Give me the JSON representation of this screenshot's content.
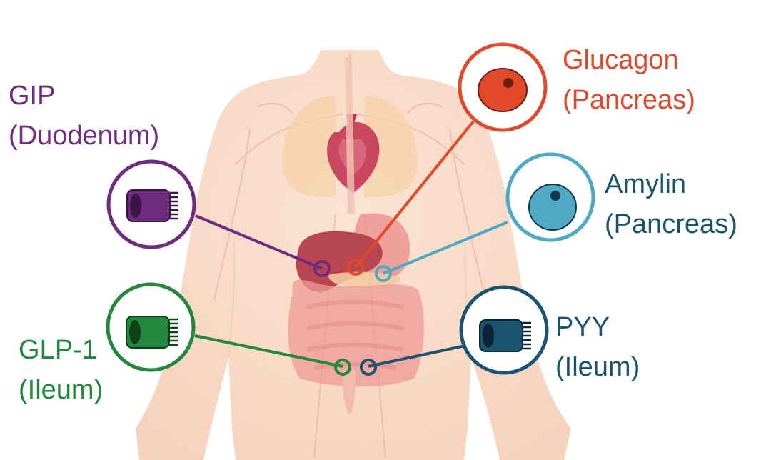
{
  "hormones": [
    {
      "id": "gip",
      "name": "GIP",
      "source": "(Duodenum)",
      "color": "#6f2c7f",
      "cell": "enteroendocrine-cell-icon"
    },
    {
      "id": "glucagon",
      "name": "Glucagon",
      "source": "(Pancreas)",
      "color": "#e2492a",
      "cell": "pancreatic-cell-icon"
    },
    {
      "id": "amylin",
      "name": "Amylin",
      "source": "(Pancreas)",
      "color": "#4fa8c4",
      "cell": "pancreatic-cell-icon"
    },
    {
      "id": "glp1",
      "name": "GLP-1",
      "source": "(Ileum)",
      "color": "#23873d",
      "cell": "enteroendocrine-cell-icon"
    },
    {
      "id": "pyy",
      "name": "PYY",
      "source": "(Ileum)",
      "color": "#1b5470",
      "cell": "enteroendocrine-cell-icon"
    }
  ],
  "label_colors": {
    "gip": "#6f2c7f",
    "glucagon": "#e2492a",
    "amylin": "#1b5470",
    "glp1": "#23873d",
    "pyy": "#1b5470"
  }
}
